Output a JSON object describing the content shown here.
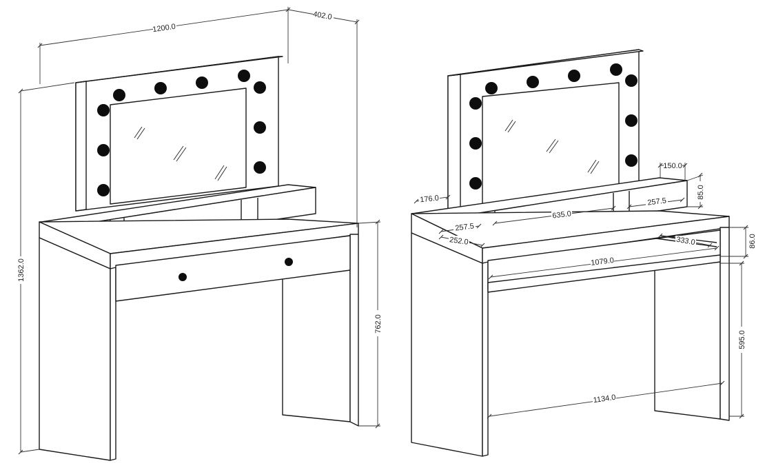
{
  "colors": {
    "line": "#1a1a1a",
    "bulb": "#0d0d0d",
    "background": "#ffffff"
  },
  "left_view": {
    "dims": {
      "width": "1200.0",
      "depth": "402.0",
      "height_total": "1362.0",
      "height_table": "762.0"
    }
  },
  "right_view": {
    "dims": {
      "shelf_depth": "176.0",
      "shelf_top_width": "150.0",
      "shelf_height": "85.0",
      "center_width": "635.0",
      "side_width_right": "257.5",
      "side_width_left": "257.5",
      "side_depth": "252.0",
      "drawer_depth": "333.0",
      "drawer_height": "86.0",
      "drawer_width": "1079.0",
      "leg_gap": "595.0",
      "inner_width": "1134.0"
    }
  }
}
